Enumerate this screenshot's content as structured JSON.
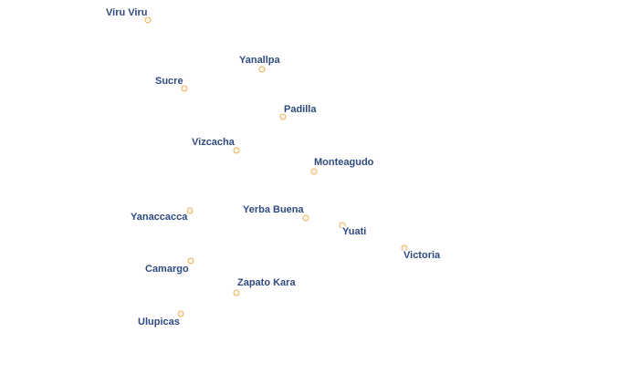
{
  "colors": {
    "marker": "#e8b25a",
    "label": "#2f4a80",
    "halo": "#ffffff",
    "background": "#ffffff"
  },
  "places": [
    {
      "id": "viru-viru",
      "name": "Viru Viru"
    },
    {
      "id": "yanallpa",
      "name": "Yanallpa"
    },
    {
      "id": "sucre",
      "name": "Sucre"
    },
    {
      "id": "padilla",
      "name": "Padilla"
    },
    {
      "id": "vizcacha",
      "name": "Vizcacha"
    },
    {
      "id": "monteagudo",
      "name": "Monteagudo"
    },
    {
      "id": "yanaccacca",
      "name": "Yanaccacca"
    },
    {
      "id": "yerba-buena",
      "name": "Yerba Buena"
    },
    {
      "id": "yuati",
      "name": "Yuati"
    },
    {
      "id": "victoria",
      "name": "Victoria"
    },
    {
      "id": "camargo",
      "name": "Camargo"
    },
    {
      "id": "zapato-kara",
      "name": "Zapato Kara"
    },
    {
      "id": "ulupicas",
      "name": "Ulupicas"
    }
  ]
}
